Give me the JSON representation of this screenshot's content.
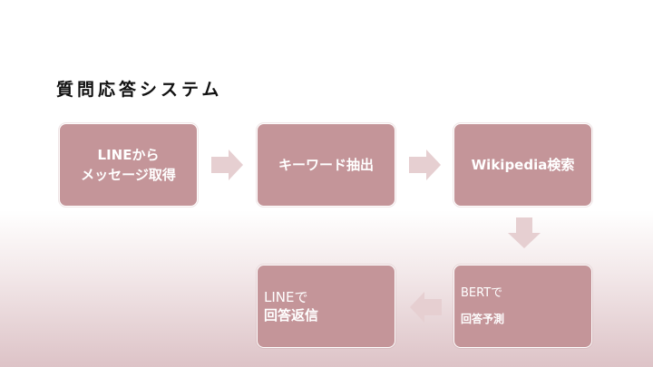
{
  "slide": {
    "title": "質問応答システム"
  },
  "flow": {
    "step1": {
      "line1": "LINEから",
      "line2": "メッセージ取得"
    },
    "step2": {
      "label": "キーワード抽出"
    },
    "step3": {
      "label": "Wikipedia検索"
    },
    "step4": {
      "line1": "BERTで",
      "line2": "回答予測"
    },
    "step5": {
      "line1": "LINEで",
      "line2": "回答返信"
    }
  },
  "colors": {
    "box_fill": "#c49599",
    "arrow_fill": "#e6cfd1",
    "text_on_box": "#ffffff"
  }
}
